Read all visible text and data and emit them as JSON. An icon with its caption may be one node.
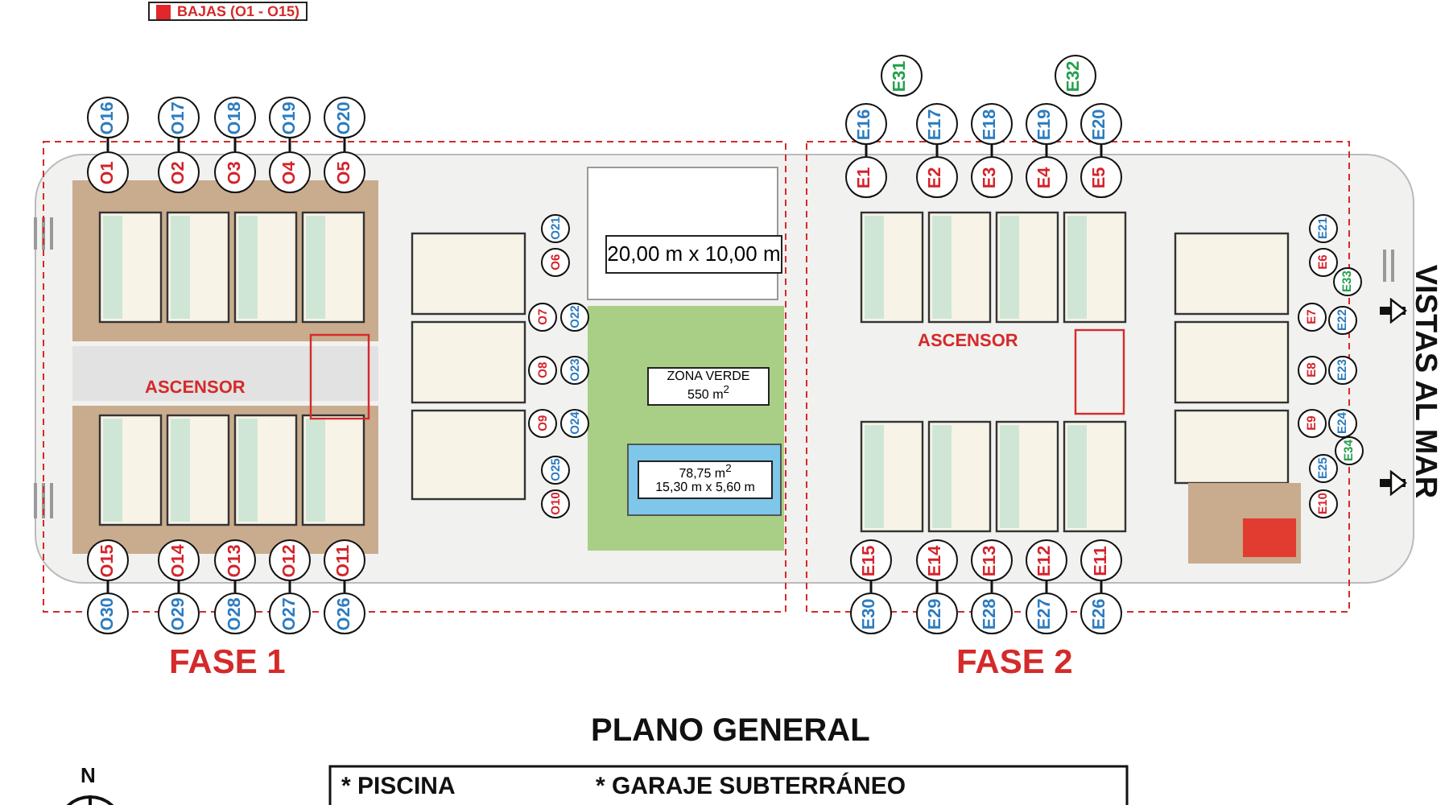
{
  "diagram": {
    "nodes": [
      {
        "text": [
          "O16"
        ]
      },
      {
        "text": [
          "O1"
        ]
      },
      {
        "text": [
          "O17"
        ]
      },
      {
        "text": [
          "O2"
        ]
      },
      {
        "text": [
          "O18"
        ]
      },
      {
        "text": [
          "O3"
        ]
      },
      {
        "text": [
          "O19"
        ]
      },
      {
        "text": [
          "O4"
        ]
      },
      {
        "text": [
          "O20"
        ]
      },
      {
        "text": [
          "O5"
        ]
      },
      {
        "text": [
          "E31"
        ]
      },
      {
        "text": [
          "E32"
        ]
      },
      {
        "text": [
          "E16"
        ]
      },
      {
        "text": [
          "E1"
        ]
      },
      {
        "text": [
          "E17"
        ]
      },
      {
        "text": [
          "E2"
        ]
      },
      {
        "text": [
          "E18"
        ]
      },
      {
        "text": [
          "E3"
        ]
      },
      {
        "text": [
          "E19"
        ]
      },
      {
        "text": [
          "E4"
        ]
      },
      {
        "text": [
          "E20"
        ]
      },
      {
        "text": [
          "E5"
        ]
      },
      {
        "text": [
          "O21"
        ]
      },
      {
        "text": [
          "O6"
        ]
      },
      {
        "text": [
          "O7"
        ]
      },
      {
        "text": [
          "O22"
        ]
      },
      {
        "text": [
          "O8"
        ]
      },
      {
        "text": [
          "O23"
        ]
      },
      {
        "text": [
          "O9"
        ]
      },
      {
        "text": [
          "O24"
        ]
      },
      {
        "text": [
          "O25"
        ]
      },
      {
        "text": [
          "O10"
        ]
      },
      {
        "text": [
          "E21"
        ]
      },
      {
        "text": [
          "E6"
        ]
      },
      {
        "text": [
          "E33"
        ]
      },
      {
        "text": [
          "E7"
        ]
      },
      {
        "text": [
          "E22"
        ]
      },
      {
        "text": [
          "E8"
        ]
      },
      {
        "text": [
          "E23"
        ]
      },
      {
        "text": [
          "E9"
        ]
      },
      {
        "text": [
          "E24"
        ]
      },
      {
        "text": [
          "E34"
        ]
      },
      {
        "text": [
          "E25"
        ]
      },
      {
        "text": [
          "E10"
        ]
      },
      {
        "text": [
          "20,00 m x 10,00 m"
        ]
      },
      {
        "text": [
          "ZONA VERDE",
          "550 m$^{2}$"
        ]
      },
      {
        "text": [
          "78,75 m$^{2}$",
          "15,30 m x 5,60 m"
        ]
      },
      {
        "text": [
          "O15"
        ]
      },
      {
        "text": [
          "O30"
        ]
      },
      {
        "text": [
          "O14"
        ]
      },
      {
        "text": [
          "O29"
        ]
      },
      {
        "text": [
          "O13"
        ]
      },
      {
        "text": [
          "O28"
        ]
      },
      {
        "text": [
          "O12"
        ]
      },
      {
        "text": [
          "O27"
        ]
      },
      {
        "text": [
          "O11"
        ]
      },
      {
        "text": [
          "O26"
        ]
      },
      {
        "text": [
          "E15"
        ]
      },
      {
        "text": [
          "E30"
        ]
      },
      {
        "text": [
          "E14"
        ]
      },
      {
        "text": [
          "E29"
        ]
      },
      {
        "text": [
          "E13"
        ]
      },
      {
        "text": [
          "E28"
        ]
      },
      {
        "text": [
          "E12"
        ]
      },
      {
        "text": [
          "E27"
        ]
      },
      {
        "text": [
          "E11"
        ]
      },
      {
        "text": [
          "E26"
        ]
      },
      {
        "text": [
          "VISTAS AL MAR"
        ]
      }
    ],
    "edges": [
      {
        "from": 0,
        "to": 1,
        "arrow": "none"
      },
      {
        "from": 2,
        "to": 3,
        "arrow": "none"
      },
      {
        "from": 4,
        "to": 5,
        "arrow": "none"
      },
      {
        "from": 6,
        "to": 7,
        "arrow": "none"
      },
      {
        "from": 8,
        "to": 9,
        "arrow": "none"
      },
      {
        "from": 12,
        "to": 13,
        "arrow": "none"
      },
      {
        "from": 14,
        "to": 15,
        "arrow": "none"
      },
      {
        "from": 16,
        "to": 17,
        "arrow": "none"
      },
      {
        "from": 18,
        "to": 19,
        "arrow": "none"
      },
      {
        "from": 20,
        "to": 21,
        "arrow": "none"
      },
      {
        "from": 47,
        "to": 48,
        "arrow": "none"
      },
      {
        "from": 49,
        "to": 50,
        "arrow": "none"
      },
      {
        "from": 51,
        "to": 52,
        "arrow": "none"
      },
      {
        "from": 53,
        "to": 54,
        "arrow": "none"
      },
      {
        "from": 55,
        "to": 56,
        "arrow": "none"
      },
      {
        "from": 57,
        "to": 58,
        "arrow": "none"
      },
      {
        "from": 59,
        "to": 60,
        "arrow": "none"
      },
      {
        "from": 61,
        "to": 62,
        "arrow": "none"
      },
      {
        "from": 63,
        "to": 64,
        "arrow": "none"
      },
      {
        "from": 65,
        "to": 66,
        "arrow": "none"
      },
      {
        "from": null,
        "to": 67,
        "arrow": "to",
        "style": "thick"
      },
      {
        "from": null,
        "to": 67,
        "arrow": "to",
        "style": "thick"
      }
    ],
    "labels": [
      "ASCENSOR",
      "ASCENSOR",
      "FASE 1",
      "FASE 2",
      "PLANO GENERAL",
      "N",
      "* PISCINA",
      "* GARAJE SUBTERRÁNEO"
    ],
    "legend": [
      {
        "text": "BAJAS (O1 - O15)",
        "color": "#e3262b"
      }
    ]
  }
}
